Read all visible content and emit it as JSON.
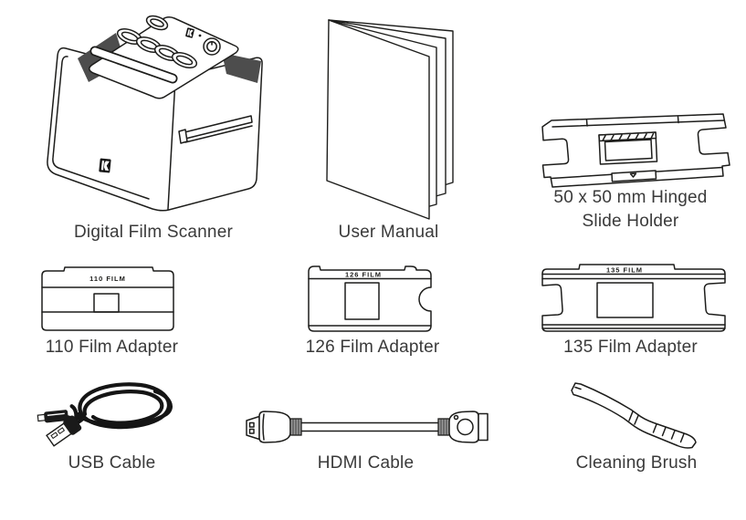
{
  "page": {
    "background": "#ffffff",
    "line_color": "#1d1d1b",
    "label_color": "#3a3a3a",
    "grip_color": "#4d4d4d"
  },
  "items": [
    {
      "id": "film-scanner",
      "label": "Digital Film Scanner"
    },
    {
      "id": "user-manual",
      "label": "User Manual"
    },
    {
      "id": "slide-holder",
      "label": "50 x 50 mm Hinged Slide Holder",
      "label_line1": "50 x 50 mm Hinged",
      "label_line2": "Slide Holder"
    },
    {
      "id": "adapter-110",
      "label": "110 Film Adapter",
      "engraving": "110 FILM"
    },
    {
      "id": "adapter-126",
      "label": "126 Film Adapter",
      "engraving": "126 FILM"
    },
    {
      "id": "adapter-135",
      "label": "135 Film Adapter",
      "engraving": "135 FILM"
    },
    {
      "id": "usb-cable",
      "label": "USB Cable"
    },
    {
      "id": "hdmi-cable",
      "label": "HDMI Cable"
    },
    {
      "id": "cleaning-brush",
      "label": "Cleaning Brush"
    }
  ]
}
